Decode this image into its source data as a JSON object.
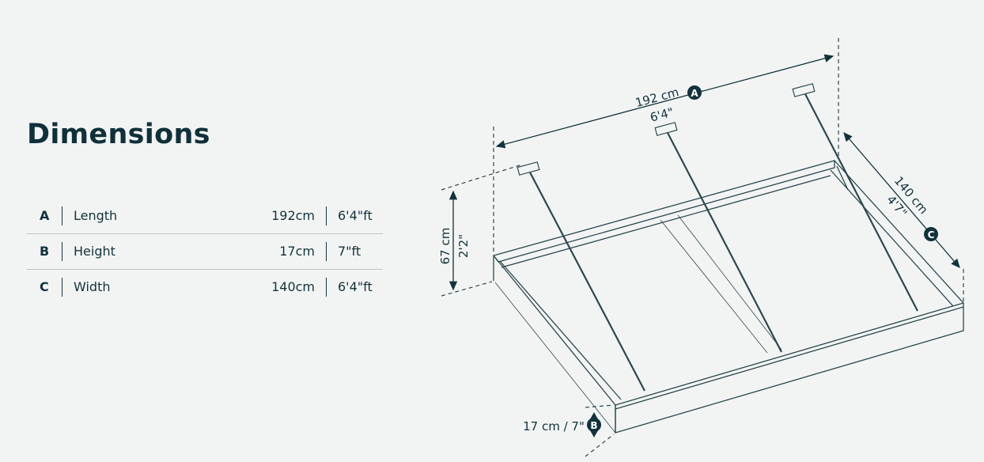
{
  "title": "Dimensions",
  "rows": [
    {
      "key": "A",
      "label": "Length",
      "cm": "192cm",
      "ft": "6'4\"ft"
    },
    {
      "key": "B",
      "label": "Height",
      "cm": "17cm",
      "ft": "7\"ft"
    },
    {
      "key": "C",
      "label": "Width",
      "cm": "140cm",
      "ft": "6'4\"ft"
    }
  ],
  "diagram": {
    "a_cm": "192 cm",
    "a_ft": "6'4\"",
    "a_marker": "A",
    "h_cm": "67 cm",
    "h_ft": "2'2\"",
    "c_cm": "140 cm",
    "c_ft": "4'7\"",
    "c_marker": "C",
    "b_text": "17 cm / 7\"",
    "b_marker": "B"
  },
  "colors": {
    "ink": "#12323c",
    "background": "#f2f4f3"
  }
}
